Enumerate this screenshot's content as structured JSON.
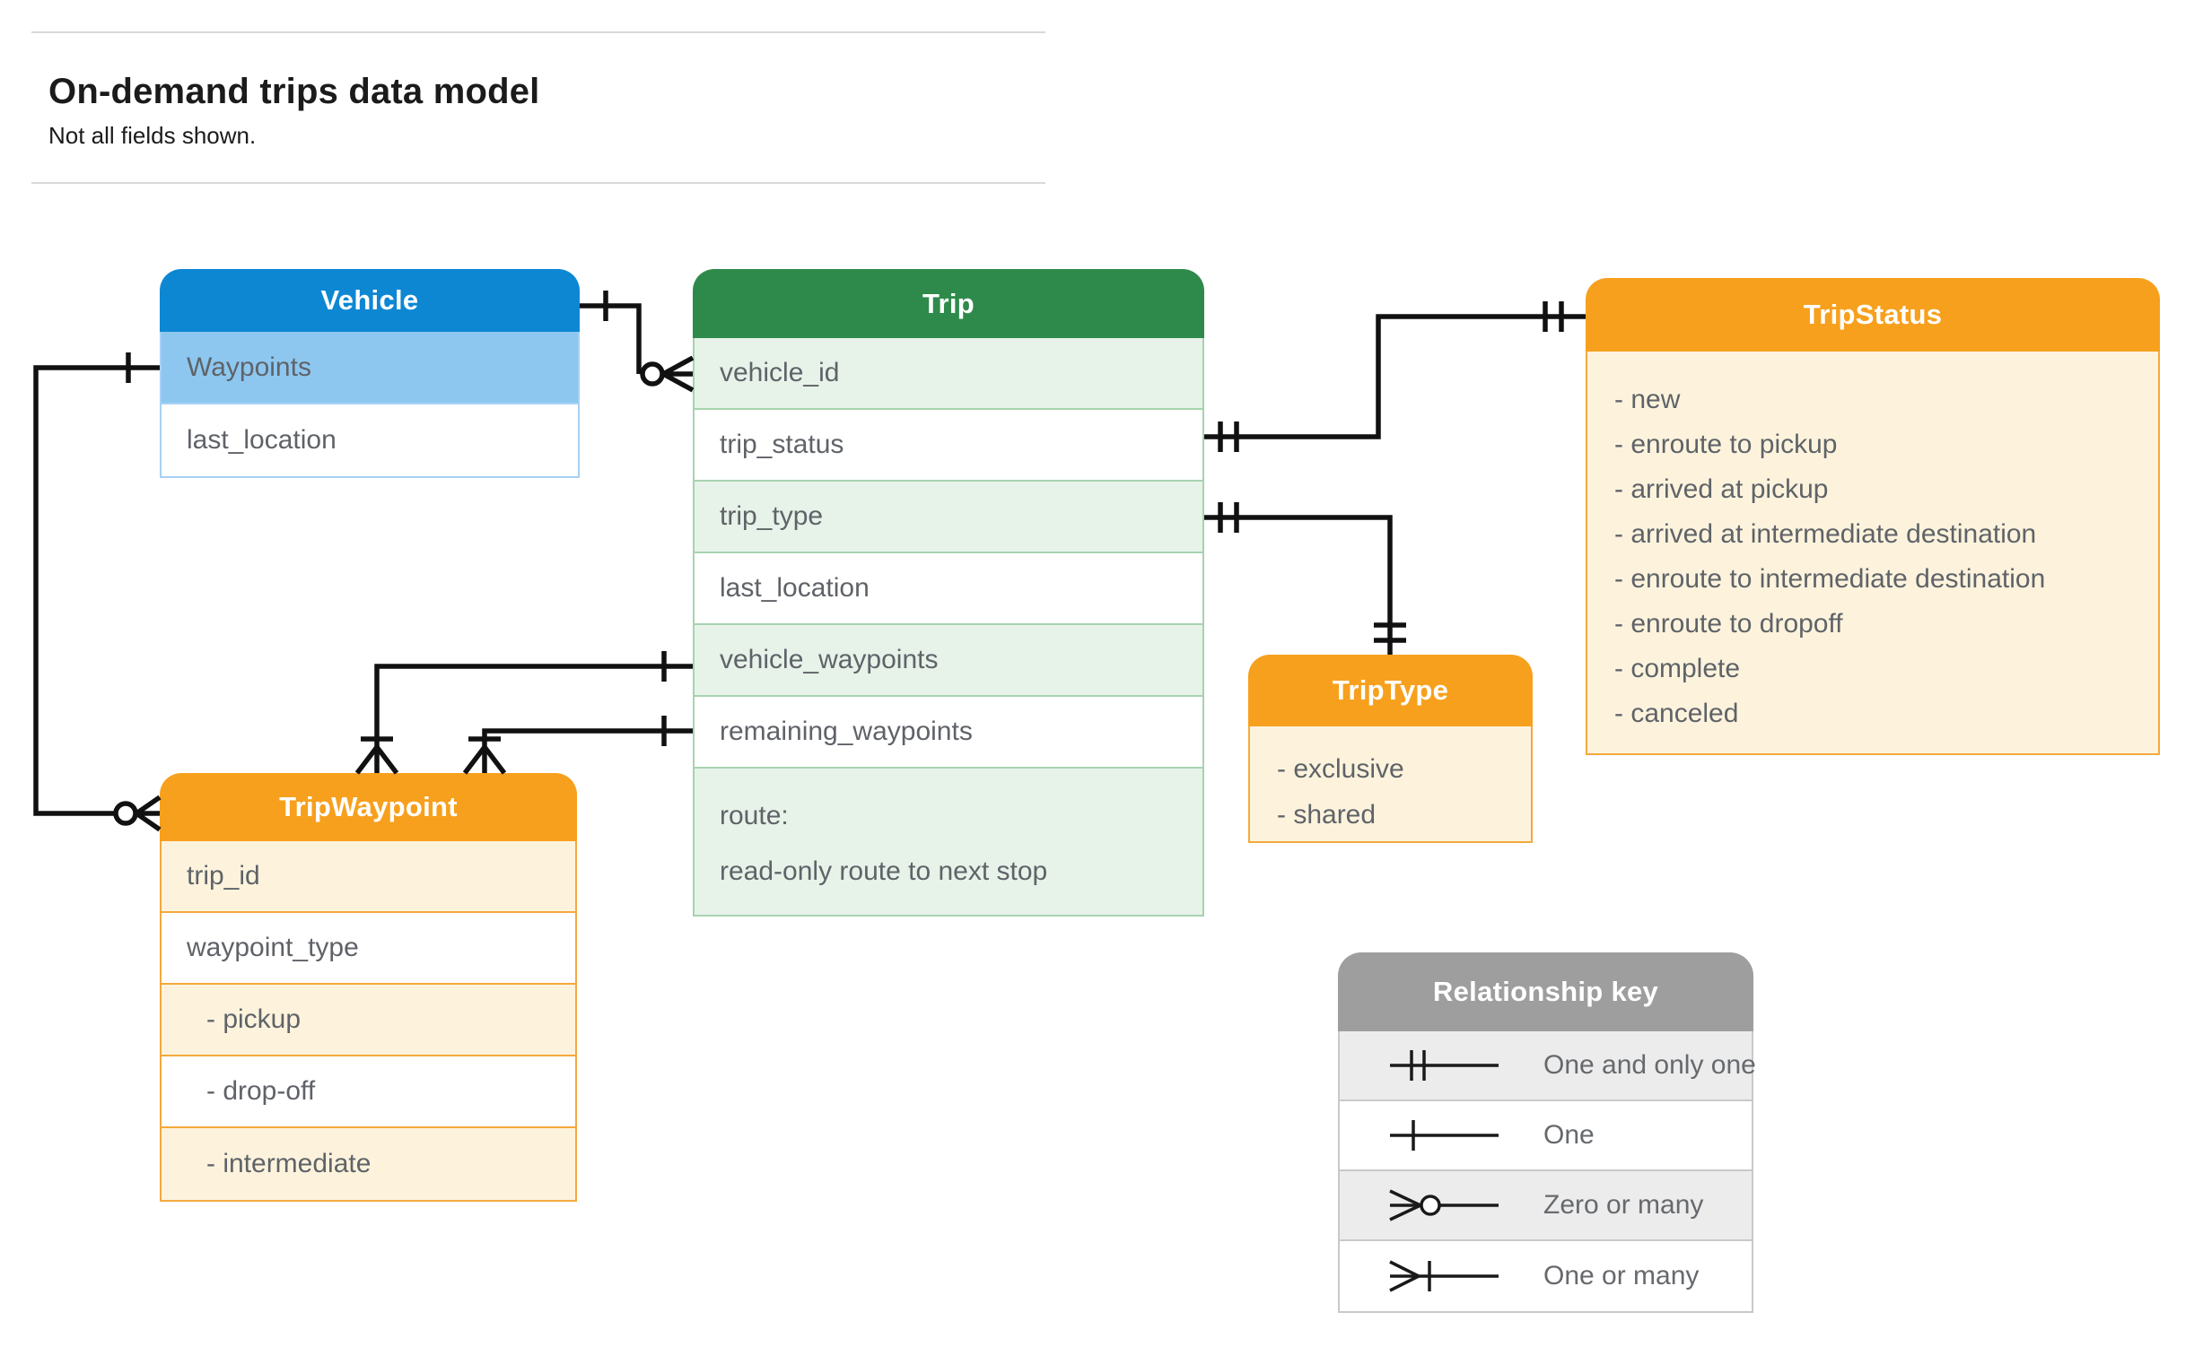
{
  "page": {
    "title": "On-demand trips data model",
    "subtitle": "Not all fields shown."
  },
  "entities": {
    "vehicle": {
      "title": "Vehicle",
      "fields": [
        "Waypoints",
        "last_location"
      ]
    },
    "trip": {
      "title": "Trip",
      "fields": [
        "vehicle_id",
        "trip_status",
        "trip_type",
        "last_location",
        "vehicle_waypoints",
        "remaining_waypoints"
      ],
      "route_field": {
        "name": "route:",
        "description": "read-only route to next stop"
      }
    },
    "trip_status": {
      "title": "TripStatus",
      "values": [
        "- new",
        "- enroute to pickup",
        "- arrived at pickup",
        "- arrived at intermediate destination",
        "- enroute to intermediate destination",
        "- enroute to dropoff",
        "- complete",
        "- canceled"
      ]
    },
    "trip_type": {
      "title": "TripType",
      "values": [
        "- exclusive",
        "- shared"
      ]
    },
    "trip_waypoint": {
      "title": "TripWaypoint",
      "fields": [
        "trip_id",
        "waypoint_type"
      ],
      "values": [
        "- pickup",
        "- drop-off",
        "- intermediate"
      ]
    }
  },
  "legend": {
    "title": "Relationship key",
    "items": [
      {
        "symbol": "one-and-only-one",
        "label": "One and only one"
      },
      {
        "symbol": "one",
        "label": "One"
      },
      {
        "symbol": "zero-or-many",
        "label": "Zero or many"
      },
      {
        "symbol": "one-or-many",
        "label": "One or many"
      }
    ]
  },
  "colors": {
    "vehicle_header": "#0e87d3",
    "vehicle_highlight": "#8dc7f0",
    "vehicle_border": "#a6d1f4",
    "trip_header": "#2e8a4b",
    "trip_row_alt": "#e7f2e9",
    "trip_border": "#a7d3af",
    "enum_header": "#f7a01d",
    "enum_row_alt": "#fdf3dd",
    "enum_border": "#f4a93c",
    "legend_header": "#9e9e9e",
    "legend_row_alt": "#ececec",
    "legend_border": "#c9c9c9",
    "connector": "#111111",
    "field_text": "#5f6368",
    "header_text": "#ffffff"
  }
}
